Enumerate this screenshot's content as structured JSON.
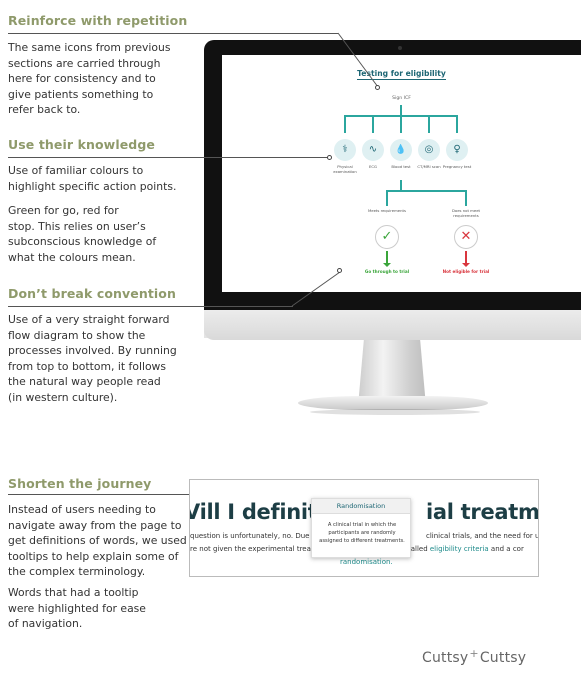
{
  "sections": {
    "repetition": {
      "heading": "Reinforce with repetition",
      "lines": [
        "The same icons from previous",
        "sections are carried through",
        "here for consistency and to",
        "give patients something to",
        "refer back to."
      ]
    },
    "knowledge": {
      "heading": "Use their knowledge",
      "lines1": [
        "Use of familiar colours to",
        "highlight specific action points."
      ],
      "lines2": [
        "Green for go, red for",
        "stop. This relies on user’s",
        "subconscious knowledge of",
        "what the colours mean."
      ]
    },
    "convention": {
      "heading": "Don’t break convention",
      "lines": [
        "Use of a very straight forward",
        "flow diagram to show the",
        "processes involved. By running",
        "from top to bottom, it follows",
        "the natural way people read",
        "(in western culture)."
      ]
    },
    "journey": {
      "heading": "Shorten the journey",
      "lines1": [
        "Instead of users needing to",
        "navigate away from the page to",
        "get definitions of words, we used",
        "tooltips to help explain some of",
        "the complex terminology."
      ],
      "lines2": [
        "Words that had a tooltip",
        "were highlighted for ease",
        "of navigation."
      ]
    }
  },
  "flow": {
    "title": "Testing for eligibility",
    "sign_icf": "Sign ICF",
    "tests": [
      {
        "label": "Physical examination",
        "icon": "stethoscope-icon",
        "glyph": "⚕"
      },
      {
        "label": "ECG",
        "icon": "ecg-icon",
        "glyph": "∿"
      },
      {
        "label": "Blood test",
        "icon": "blood-drop-icon",
        "glyph": "💧"
      },
      {
        "label": "CT/MRI scan",
        "icon": "scan-icon",
        "glyph": "◎"
      },
      {
        "label": "Pregnancy test",
        "icon": "pregnancy-icon",
        "glyph": "♀"
      }
    ],
    "meets": "Meets requirements",
    "not_meets": "Does not meet requirements",
    "check_glyph": "✓",
    "cross_glyph": "✕",
    "go_label": "Go through to trial",
    "not_label": "Not eligible for trial",
    "colors": {
      "teal": "#2ba69e",
      "green": "#3aa53a",
      "red": "#d9363e"
    }
  },
  "tooltip_demo": {
    "headline_left": "Vill I definitel",
    "headline_right": "ial treatment",
    "line1_left": "question is unfortunately, no. Due t",
    "line1_right": "clinical trials, and the need for unb",
    "line2_left": "re not given the experimental treatm",
    "line2_mid": "s called ",
    "line2_link": "eligibility criteria",
    "line2_right": " and a cor",
    "line3_link": "randomisation.",
    "tooltip_title": "Randomisation",
    "tooltip_body": "A clinical trial in which the participants are randomly assigned to different treatments."
  },
  "logo": {
    "left": "Cuttsy",
    "plus": "+",
    "right": "Cuttsy"
  },
  "colors": {
    "heading": "#8f9a6b",
    "link": "#1d8a8a",
    "title": "#1d6674"
  }
}
